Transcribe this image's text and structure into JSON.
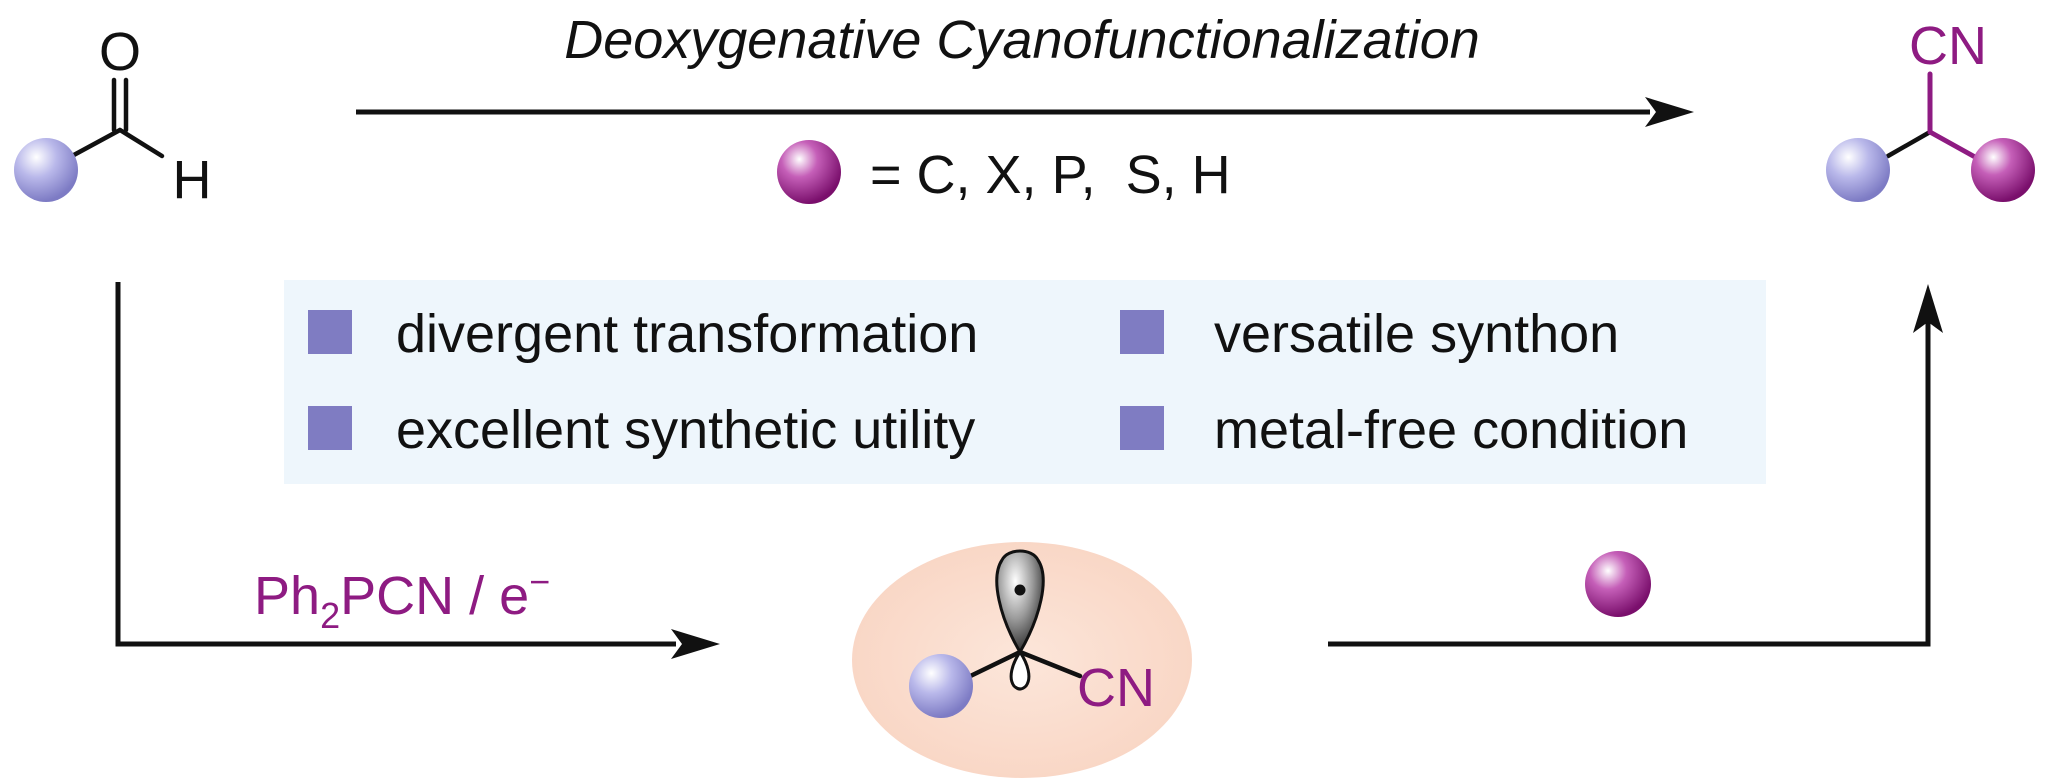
{
  "title": "Deoxygenative Cyanofunctionalization",
  "legend": {
    "text": "= C, X, P,  S, H"
  },
  "reactant": {
    "oxygen": "O",
    "hydrogen": "H"
  },
  "product": {
    "group": "CN"
  },
  "features": [
    "divergent transformation",
    "versatile synthon",
    "excellent synthetic utility",
    "metal-free condition"
  ],
  "reagent": {
    "main": "Ph",
    "sub": "2",
    "rest": "PCN / e",
    "sup": "−"
  },
  "intermediate": {
    "group": "CN"
  },
  "colors": {
    "purple": "#8e1b82",
    "lavender": "#9f9ee0",
    "feature_box": "#eef6fc",
    "bullet": "#7f7cc2",
    "radical_bg": "#fbe1d3"
  }
}
